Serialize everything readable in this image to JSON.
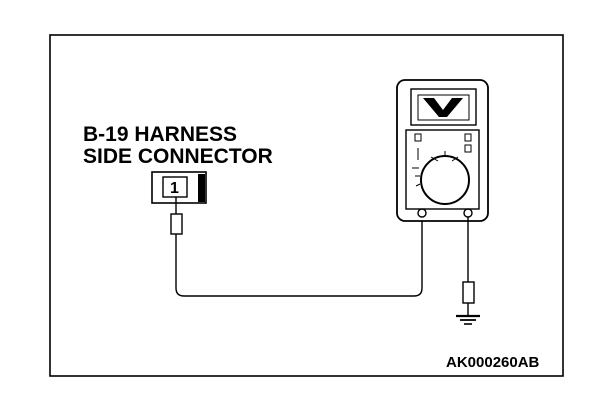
{
  "label": {
    "line1": "B-19 HARNESS",
    "line2": "SIDE CONNECTOR"
  },
  "connector": {
    "pin_number": "1"
  },
  "figure_id": "AK000260AB",
  "icons": [
    "multimeter-icon",
    "ground-symbol-icon",
    "probe-icon",
    "connector-icon"
  ],
  "colors": {
    "line": "#000000",
    "background": "#ffffff"
  }
}
